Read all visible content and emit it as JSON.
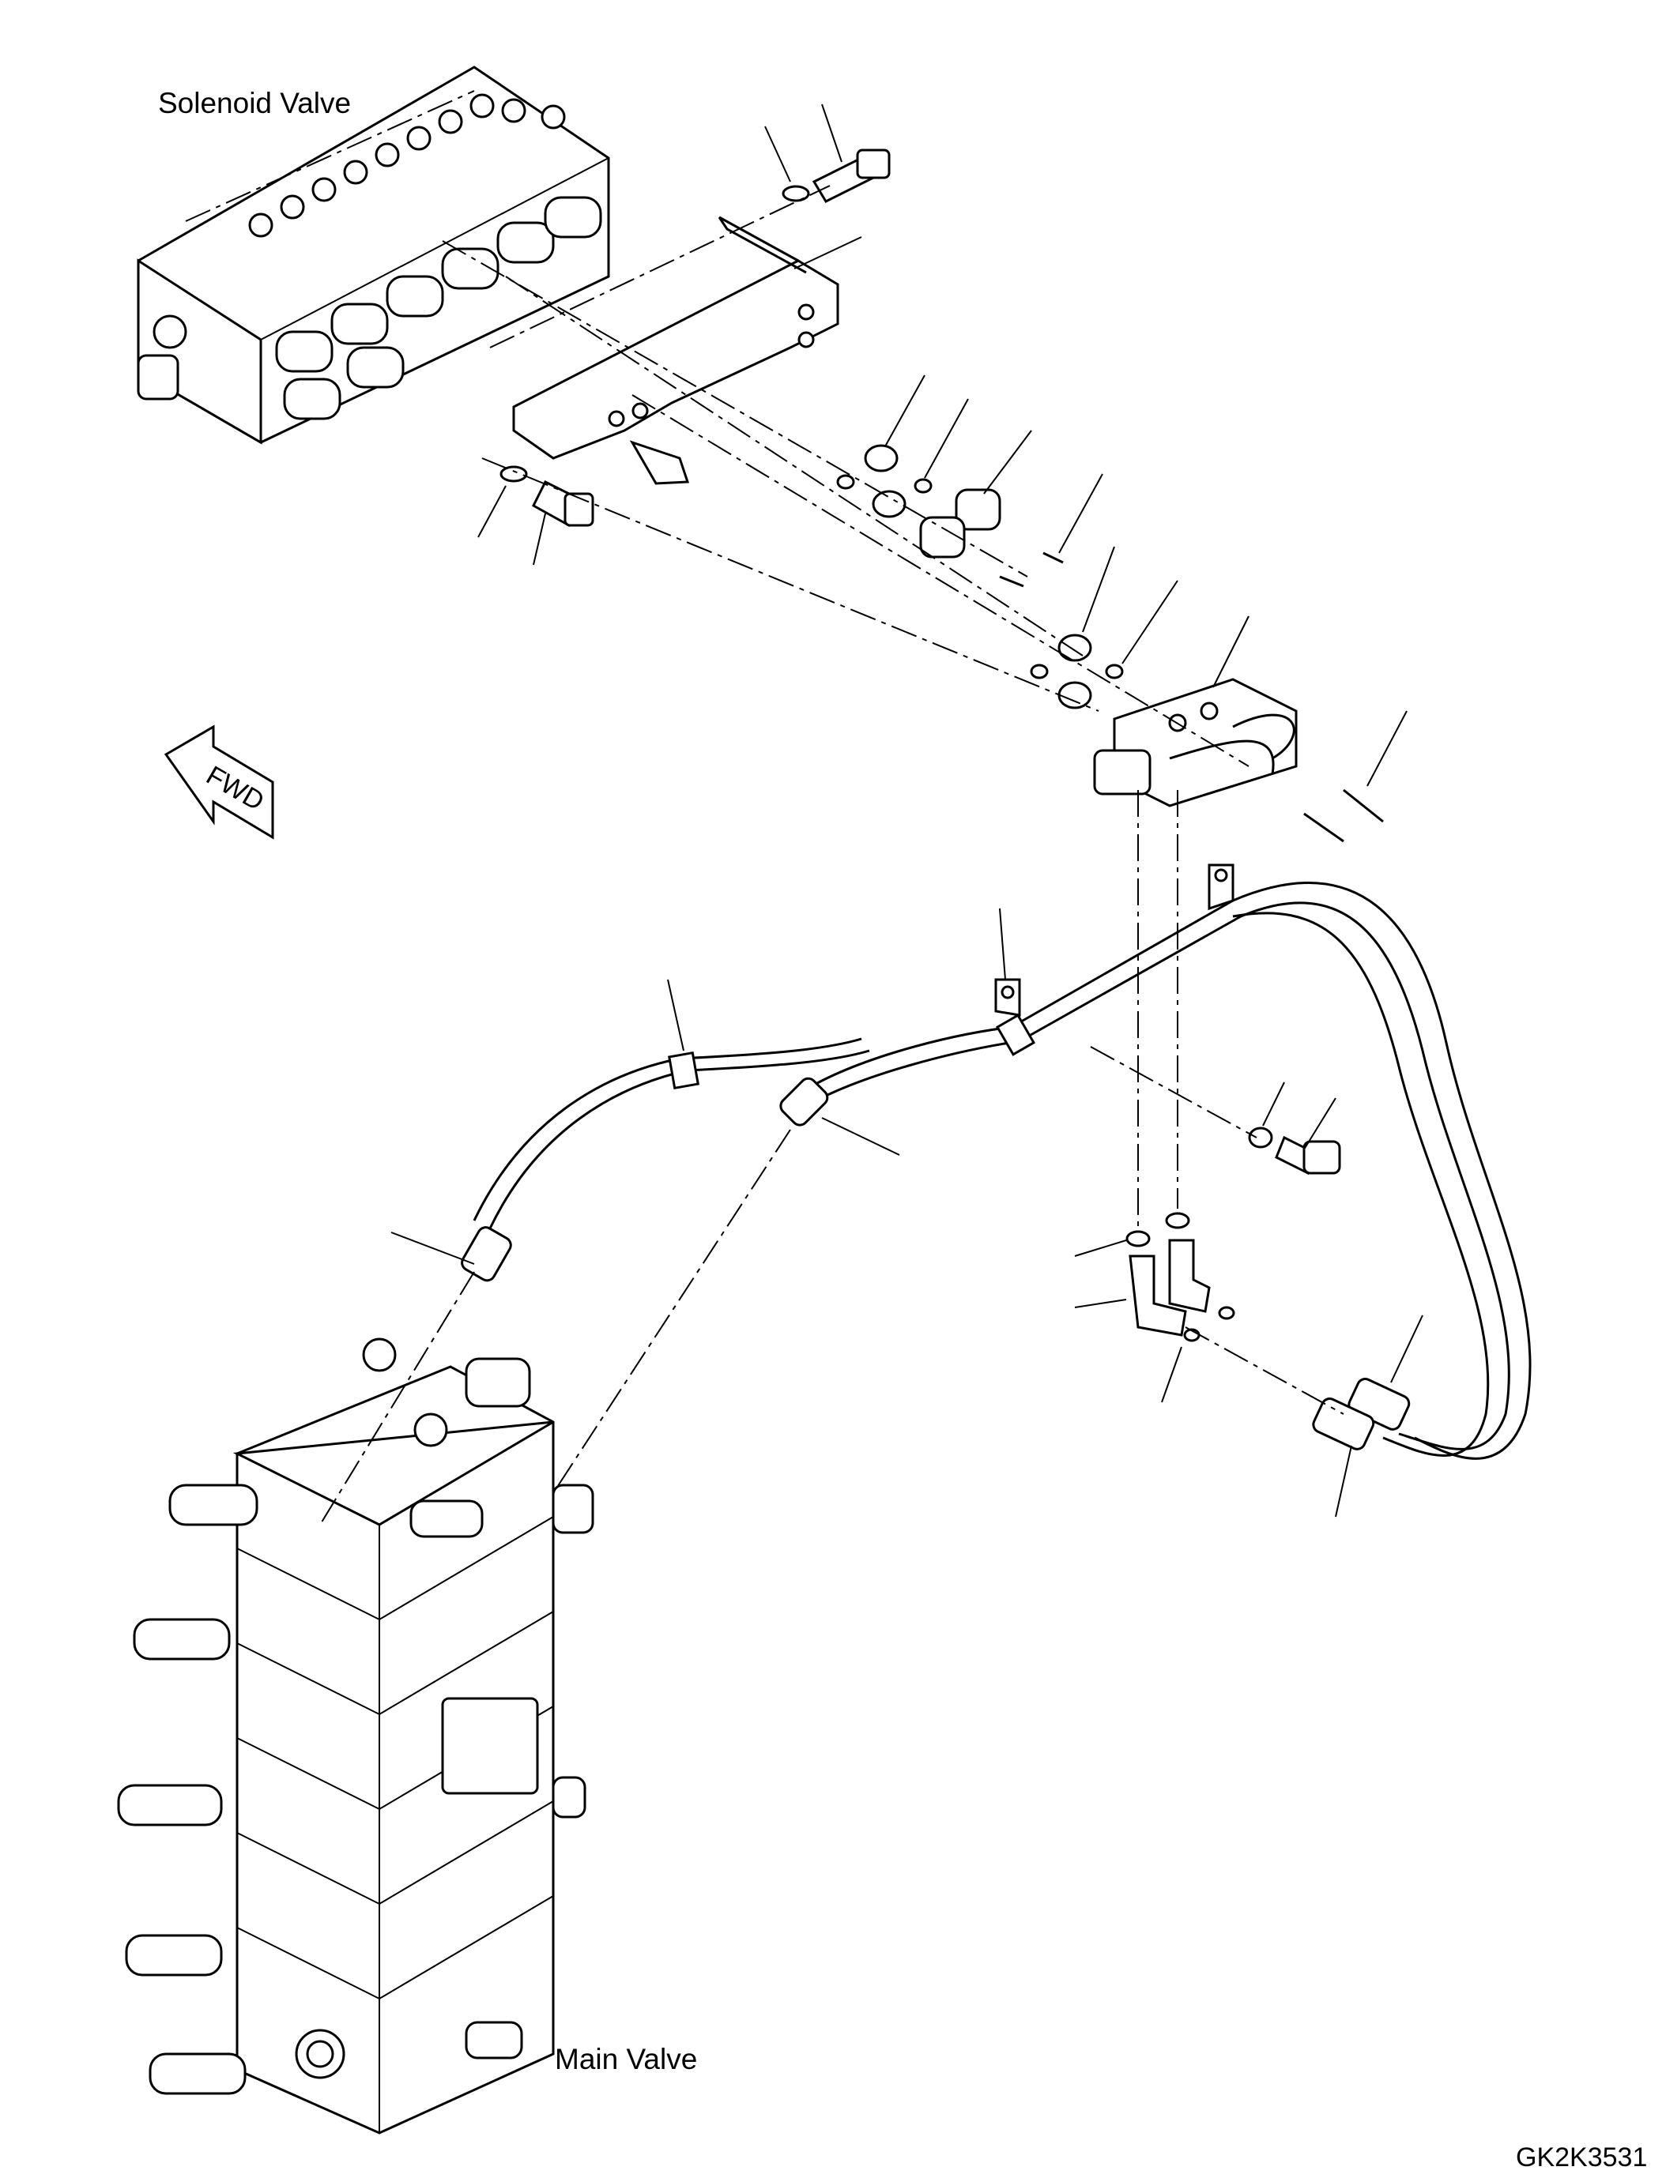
{
  "labels": {
    "solenoid_valve": "Solenoid Valve",
    "main_valve": "Main Valve",
    "drawing_code": "GK2K3531",
    "fwd_arrow": "FWD"
  },
  "icons": [
    "fwd-arrow-icon"
  ]
}
